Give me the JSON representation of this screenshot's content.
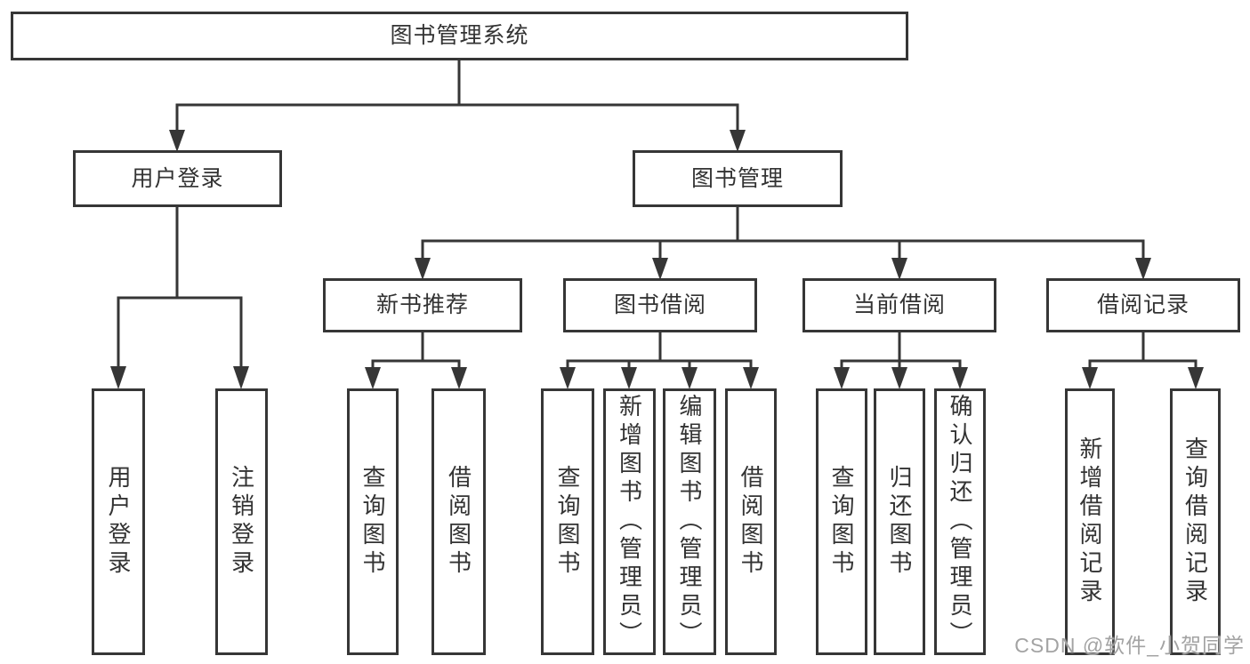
{
  "colors": {
    "line": "#363636",
    "text": "#333333",
    "box_background": "#ffffff",
    "page_background": "#ffffff",
    "watermark": "#a3a3a3"
  },
  "watermark": {
    "text": "CSDN @软件_小贺同学"
  },
  "diagram": {
    "root": {
      "label": "图书管理系统"
    },
    "level2": [
      {
        "label": "用户登录"
      },
      {
        "label": "图书管理"
      }
    ],
    "level3": [
      {
        "label": "新书推荐"
      },
      {
        "label": "图书借阅"
      },
      {
        "label": "当前借阅"
      },
      {
        "label": "借阅记录"
      }
    ],
    "leaves": {
      "user_login": [
        {
          "label": "用户登录"
        },
        {
          "label": "注销登录"
        }
      ],
      "new_book": [
        {
          "label": "查询图书"
        },
        {
          "label": "借阅图书"
        }
      ],
      "borrow": [
        {
          "label": "查询图书"
        },
        {
          "label": "新增图书（管理员）"
        },
        {
          "label": "编辑图书（管理员）"
        },
        {
          "label": "借阅图书"
        }
      ],
      "current": [
        {
          "label": "查询图书"
        },
        {
          "label": "归还图书"
        },
        {
          "label": "确认归还（管理员）"
        }
      ],
      "records": [
        {
          "label": "新增借阅记录"
        },
        {
          "label": "查询借阅记录"
        }
      ]
    }
  }
}
